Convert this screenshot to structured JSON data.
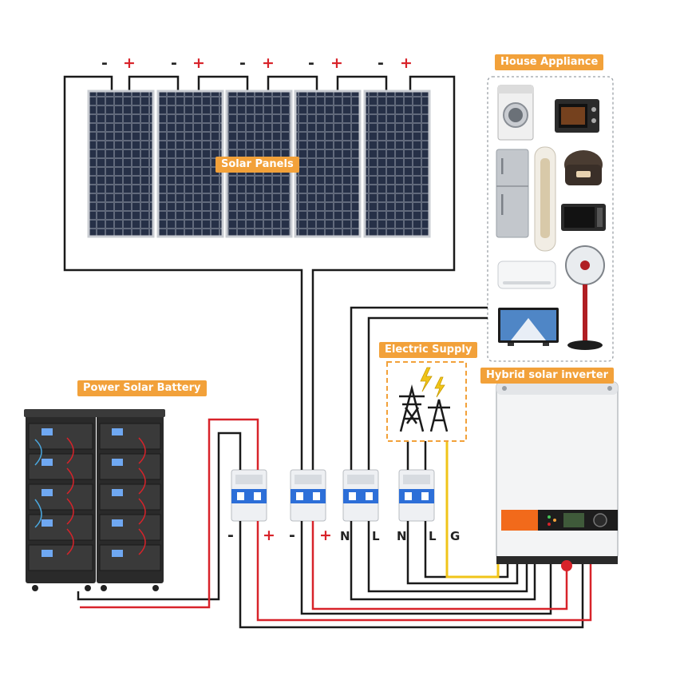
{
  "labels": {
    "solar_panels": "Solar Panels",
    "house_appliance": "House Appliance",
    "electric_supply": "Electric Supply",
    "hybrid_inverter": "Hybrid solar inverter",
    "battery": "Power Solar Battery"
  },
  "panel_polarity": {
    "minus": "-",
    "plus": "+"
  },
  "breakers": [
    {
      "id": "battery",
      "terminals": [
        "-",
        "+"
      ]
    },
    {
      "id": "pv",
      "terminals": [
        "-",
        "+"
      ]
    },
    {
      "id": "load",
      "terminals": [
        "N",
        "L"
      ]
    },
    {
      "id": "grid",
      "terminals": [
        "N",
        "L",
        "G"
      ]
    }
  ],
  "colors": {
    "label_bg": "#f2a13a",
    "wire_black": "#1a1a1a",
    "wire_red": "#d8232a",
    "wire_yellow": "#f0c419",
    "panel": "#1c2230",
    "breaker_blue": "#2d6fd8",
    "inverter_accent": "#f26a1b"
  },
  "icons": [
    "solar-panel",
    "washing-machine",
    "oven",
    "fridge",
    "tower-ac",
    "rice-cooker",
    "microwave",
    "air-conditioner",
    "fan",
    "tv",
    "power-tower",
    "lightning-icon",
    "battery-rack",
    "circuit-breaker",
    "inverter"
  ]
}
